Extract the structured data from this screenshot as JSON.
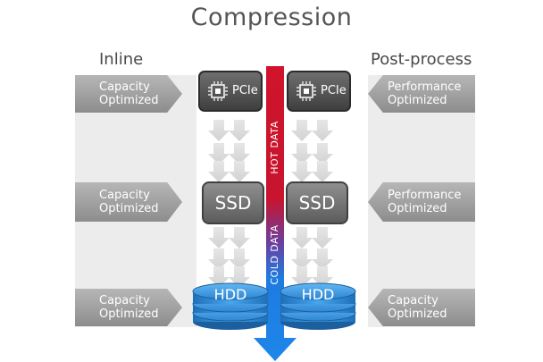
{
  "title": "Compression",
  "columns": {
    "left": "Inline",
    "right": "Post-process"
  },
  "left_labels": [
    {
      "line1": "Capacity",
      "line2": "Optimized"
    },
    {
      "line1": "Capacity",
      "line2": "Optimized"
    },
    {
      "line1": "Capacity",
      "line2": "Optimized"
    }
  ],
  "right_labels": [
    {
      "line1": "Performance",
      "line2": "Optimized"
    },
    {
      "line1": "Performance",
      "line2": "Optimized"
    },
    {
      "line1": "Capacity",
      "line2": "Optimized"
    }
  ],
  "tiers": {
    "pcie": "PCIe",
    "ssd": "SSD",
    "hdd": "HDD"
  },
  "axis": {
    "hot": "HOT DATA",
    "cold": "COLD DATA"
  },
  "colors": {
    "hot": "#d0142c",
    "cold": "#1e7be0",
    "label_fill": "#9e9e9e",
    "hdd_disk": "#2f8fd8"
  }
}
